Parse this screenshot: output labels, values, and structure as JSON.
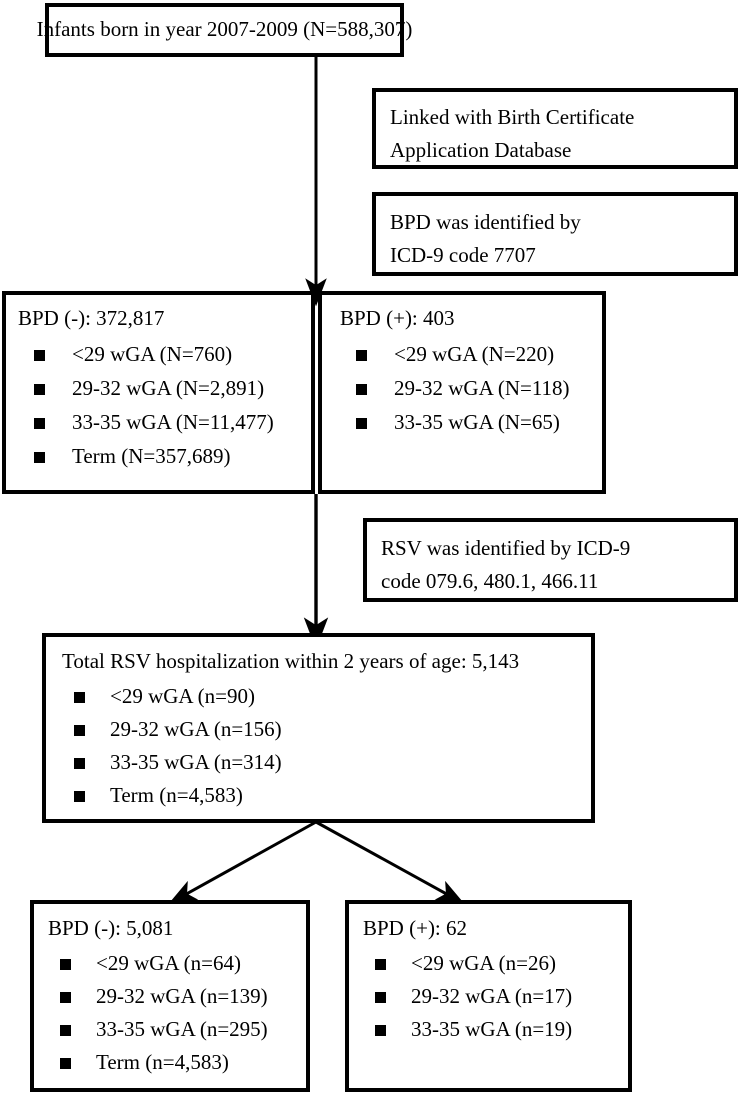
{
  "figure": {
    "type": "flowchart",
    "orientation": "top-down"
  },
  "nodes": {
    "cohort": {
      "title": "Infants born in year 2007-2009 (N=588,307)"
    },
    "note_linkage": {
      "line1": "Linked with Birth Certificate",
      "line2": "Application Database"
    },
    "note_bpd_def": {
      "line1": "BPD was identified by",
      "line2": "ICD-9 code 7707"
    },
    "bpd_negative": {
      "title": "BPD (-): 372,817",
      "items": [
        "<29 wGA (N=760)",
        "29-32 wGA (N=2,891)",
        "33-35 wGA (N=11,477)",
        "Term (N=357,689)"
      ]
    },
    "bpd_positive": {
      "title": "BPD (+): 403",
      "items": [
        "<29 wGA (N=220)",
        "29-32 wGA (N=118)",
        "33-35 wGA (N=65)"
      ]
    },
    "note_rsv_def": {
      "line1": "RSV was identified by ICD-9",
      "line2": "code 079.6, 480.1, 466.11"
    },
    "rsv_total": {
      "title": "Total RSV hospitalization within 2 years of age: 5,143",
      "items": [
        "<29 wGA (n=90)",
        "29-32 wGA (n=156)",
        "33-35 wGA (n=314)",
        "Term (n=4,583)"
      ]
    },
    "rsv_bpd_negative": {
      "title": "BPD (-): 5,081",
      "items": [
        "<29 wGA (n=64)",
        "29-32 wGA (n=139)",
        "33-35 wGA (n=295)",
        "Term (n=4,583)"
      ]
    },
    "rsv_bpd_positive": {
      "title": "BPD (+): 62",
      "items": [
        "<29 wGA (n=26)",
        "29-32 wGA (n=17)",
        "33-35 wGA (n=19)"
      ]
    }
  },
  "colors": {
    "stroke": "#000000",
    "background": "#ffffff"
  }
}
